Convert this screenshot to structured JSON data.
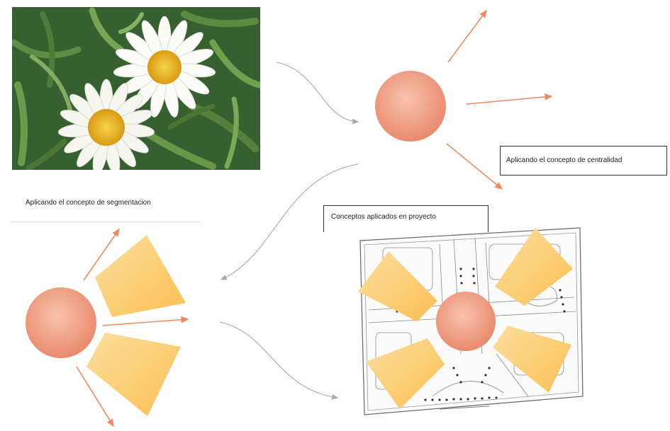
{
  "labels": {
    "centrality": "Aplicando el concepto de centralidad",
    "segmentation": "Aplicando el concepto de segmentacion",
    "project": "Conceptos aplicados en proyecto"
  },
  "colors": {
    "circle": "#ef9a80",
    "circle_light": "#f8c3ae",
    "wedge": "#fcc35a",
    "wedge_light": "#fde0a0",
    "arrow": "#ef8a62",
    "connector": "#b8b8b8",
    "grass": "#3f6b34",
    "petal": "#ffffff",
    "flower_center": "#e8b21c"
  },
  "icons": {
    "photo": "daisy-photo",
    "plan": "site-plan-drawing"
  }
}
